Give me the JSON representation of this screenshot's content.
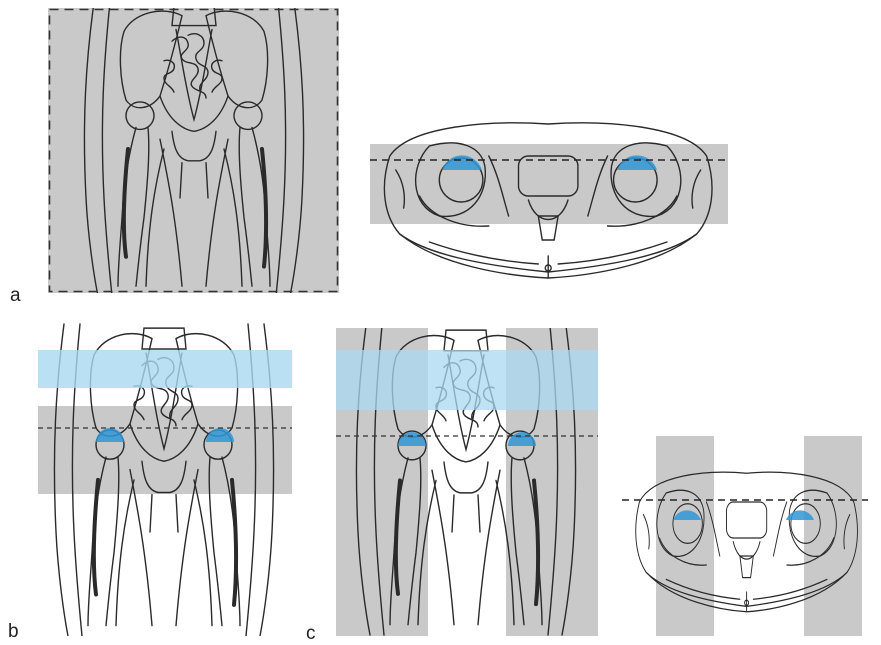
{
  "labels": {
    "a": "a",
    "b": "b",
    "c": "c"
  },
  "colors": {
    "outline": "#2a2a2a",
    "grey_band": "#c9c9c9",
    "blue_band": "#a9d8f0",
    "femoral_head_highlight": "#2f97d6",
    "background": "#ffffff"
  },
  "panels": [
    {
      "id": "a-coronal",
      "view": "coronal",
      "bands": [
        "grey-full",
        "dashed-border"
      ]
    },
    {
      "id": "a-axial",
      "view": "axial",
      "bands": [
        "grey-horizontal",
        "dashed-line"
      ]
    },
    {
      "id": "b-coronal",
      "view": "coronal",
      "bands": [
        "blue-horizontal",
        "grey-horizontal",
        "dashed-line"
      ]
    },
    {
      "id": "c-coronal",
      "view": "coronal",
      "bands": [
        "grey-vertical-left",
        "grey-vertical-right",
        "blue-horizontal",
        "dashed-line"
      ]
    },
    {
      "id": "c-axial",
      "view": "axial",
      "bands": [
        "grey-vertical-left",
        "grey-vertical-right",
        "dashed-line"
      ]
    }
  ]
}
